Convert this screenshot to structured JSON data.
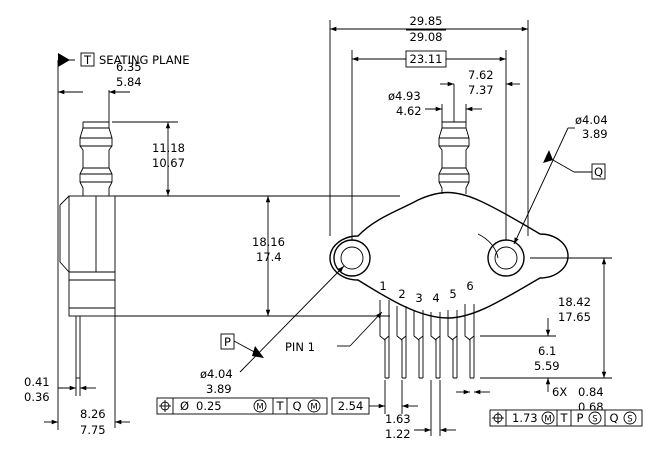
{
  "seating_plane": {
    "datum": "T",
    "label": "SEATING PLANE"
  },
  "side_view": {
    "port_width_max": "6.35",
    "port_width_min": "5.84",
    "port_height_max": "11.18",
    "port_height_min": "10.67",
    "lead_thick_max": "0.41",
    "lead_thick_min": "0.36",
    "body_width_max": "8.26",
    "body_width_min": "7.75"
  },
  "front_view": {
    "overall_width_max": "29.85",
    "overall_width_min": "29.08",
    "hole_spacing_basic": "23.11",
    "port_offset_max": "7.62",
    "port_offset_min": "7.37",
    "port_dia_max": "ø4.93",
    "port_dia_min": "4.62",
    "right_hole_dia_max": "ø4.04",
    "right_hole_dia_min": "3.89",
    "datum_q": "Q",
    "body_height_max": "18.16",
    "body_height_min": "17.4",
    "lead_length_max": "18.42",
    "lead_length_min": "17.65",
    "datum_p": "P",
    "left_hole_dia_max": "ø4.04",
    "left_hole_dia_min": "3.89",
    "pin1_label": "PIN 1",
    "pin_numbers": [
      "1",
      "2",
      "3",
      "4",
      "5",
      "6"
    ],
    "lead_shoulder_max": "6.1",
    "lead_shoulder_min": "5.59",
    "lead_width_count": "6X",
    "lead_width_max": "0.84",
    "lead_width_min": "0.68",
    "pitch_basic": "2.54",
    "lead_pitch_max": "1.63",
    "lead_pitch_min": "1.22"
  },
  "fcf_left": {
    "cells": [
      "⌖",
      "Ø",
      "0.25",
      "M",
      "T",
      "Q",
      "M"
    ]
  },
  "fcf_right": {
    "cells": [
      "⌖",
      "1.73",
      "M",
      "T",
      "P",
      "S",
      "Q",
      "S"
    ]
  }
}
